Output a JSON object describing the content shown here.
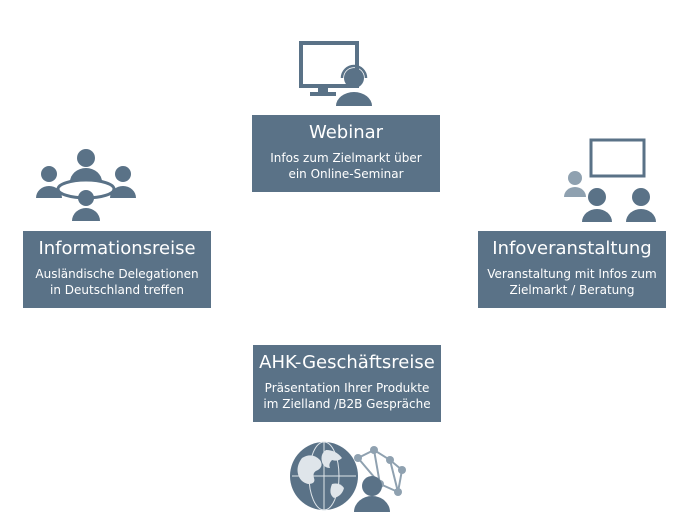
{
  "colors": {
    "card": "#5a7287",
    "icon": "#5a7287",
    "icon_light": "#8fa1b0",
    "text": "#ffffff"
  },
  "cards": {
    "webinar": {
      "title": "Webinar",
      "subtitle": "Infos zum Zielmarkt über\nein Online-Seminar",
      "icon": "monitor-headset-icon"
    },
    "informationsreise": {
      "title": "Informationsreise",
      "subtitle": "Ausländische Delegationen\nin Deutschland treffen",
      "icon": "meeting-table-icon"
    },
    "infoveranstaltung": {
      "title": "Infoveranstaltung",
      "subtitle": "Veranstaltung mit Infos zum\nZielmarkt / Beratung",
      "icon": "presentation-audience-icon"
    },
    "geschaeftsreise": {
      "title": "AHK-Geschäftsreise",
      "subtitle": "Präsentation Ihrer Produkte\nim Zielland /B2B Gespräche",
      "icon": "globe-network-icon"
    }
  }
}
